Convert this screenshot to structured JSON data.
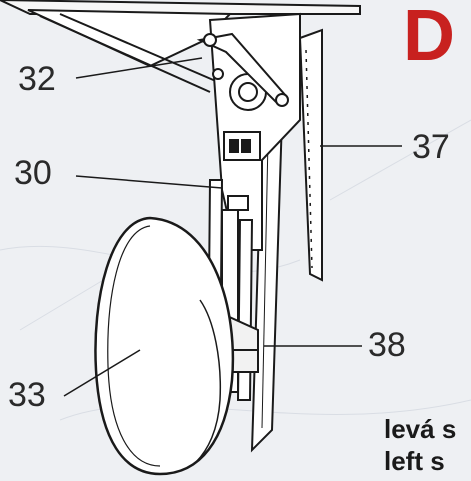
{
  "section_letter": "D",
  "callouts": {
    "c32": "32",
    "c30": "30",
    "c33": "33",
    "c37": "37",
    "c38": "38"
  },
  "caption": {
    "line1": "levá s",
    "line2": "left s"
  },
  "colors": {
    "letter": "#c8211f",
    "line": "#1a1a1a",
    "paper": "#eef0f3"
  }
}
